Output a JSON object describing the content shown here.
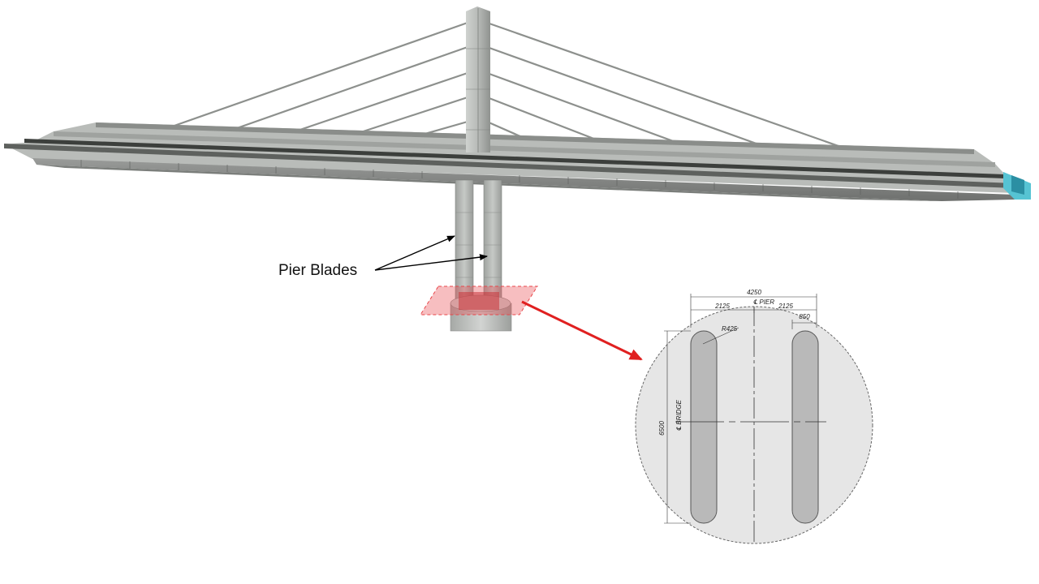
{
  "annotation": {
    "label": "Pier Blades"
  },
  "detail": {
    "overall_width": "4250",
    "half_width_left": "2125",
    "half_width_right": "2125",
    "blade_width": "850",
    "radius": "R425",
    "blade_length": "6500",
    "pier_centerline": "℄ PIER",
    "bridge_centerline": "℄ BRIDGE"
  },
  "colors": {
    "highlight": "#e8464a",
    "arrow": "#e02020",
    "concrete": "#a8aaa8",
    "detail_bg": "#e6e6e6",
    "blade_fill": "#b9b9b9"
  }
}
